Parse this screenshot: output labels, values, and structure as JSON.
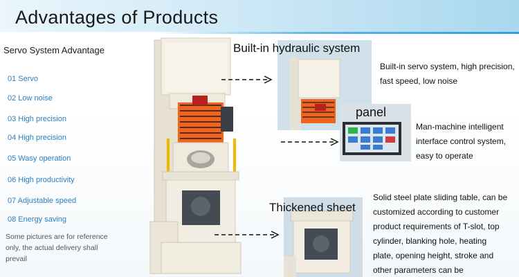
{
  "header": {
    "title": "Advantages of Products"
  },
  "servo": {
    "heading": "Servo System Advantage",
    "items": [
      "01 Servo",
      "02 Low noise",
      "03 High precision",
      "04 High precision",
      "05 Wasy operation",
      "06 High productivity",
      "07  Adjustable speed",
      "08 Energy saving"
    ],
    "note": "Some pictures are for reference only, the actual delivery shall prevail"
  },
  "callouts": {
    "hydraulic": {
      "title": "Built-in hydraulic system",
      "lines": [
        "Built-in servo system, high precision,",
        "fast speed, low noise"
      ]
    },
    "panel": {
      "title": "panel",
      "lines": [
        "Man-machine intelligent",
        "interface control system,",
        "easy to operate"
      ]
    },
    "sheet": {
      "title": "Thickened sheet",
      "lines": [
        "Solid steel plate sliding table, can be",
        "customized according to customer",
        "product requirements of T-slot, top",
        "cylinder, blanking hole, heating",
        "plate, opening height, stroke and",
        "other parameters can be"
      ]
    }
  },
  "colors": {
    "accent_blue": "#2a7fc0",
    "machine_cream": "#f1ede2",
    "machine_orange": "#f0641e",
    "header_blue": "#2d9fd8"
  }
}
